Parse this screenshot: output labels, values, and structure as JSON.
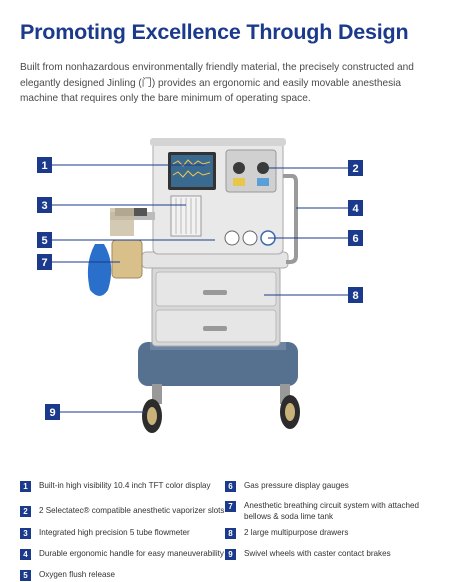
{
  "header": {
    "title": "Promoting Excellence Through Design",
    "intro": "Built from nonhazardous environmentally friendly material, the precisely constructed and elegantly designed Jinling (门) provides an ergonomic and easily movable anesthesia machine that requires only the bare minimum of operating space."
  },
  "figure": {
    "markers": [
      "1",
      "2",
      "3",
      "4",
      "5",
      "6",
      "7",
      "8",
      "9"
    ]
  },
  "captions": [
    {
      "num": "1",
      "text": "Built-in high visibility 10.4 inch TFT color display"
    },
    {
      "num": "2",
      "text": "2 Selectatec® compatible anesthetic vaporizer slots"
    },
    {
      "num": "3",
      "text": "Integrated high precision 5 tube flowmeter"
    },
    {
      "num": "4",
      "text": "Durable ergonomic handle for easy maneuverability"
    },
    {
      "num": "5",
      "text": "Oxygen flush release"
    },
    {
      "num": "6",
      "text": "Gas pressure display gauges"
    },
    {
      "num": "7",
      "text": "Anesthetic breathing circuit system with attached bellows & soda lime tank"
    },
    {
      "num": "8",
      "text": "2 large multipurpose drawers"
    },
    {
      "num": "9",
      "text": "Swivel wheels with caster contact brakes"
    }
  ]
}
